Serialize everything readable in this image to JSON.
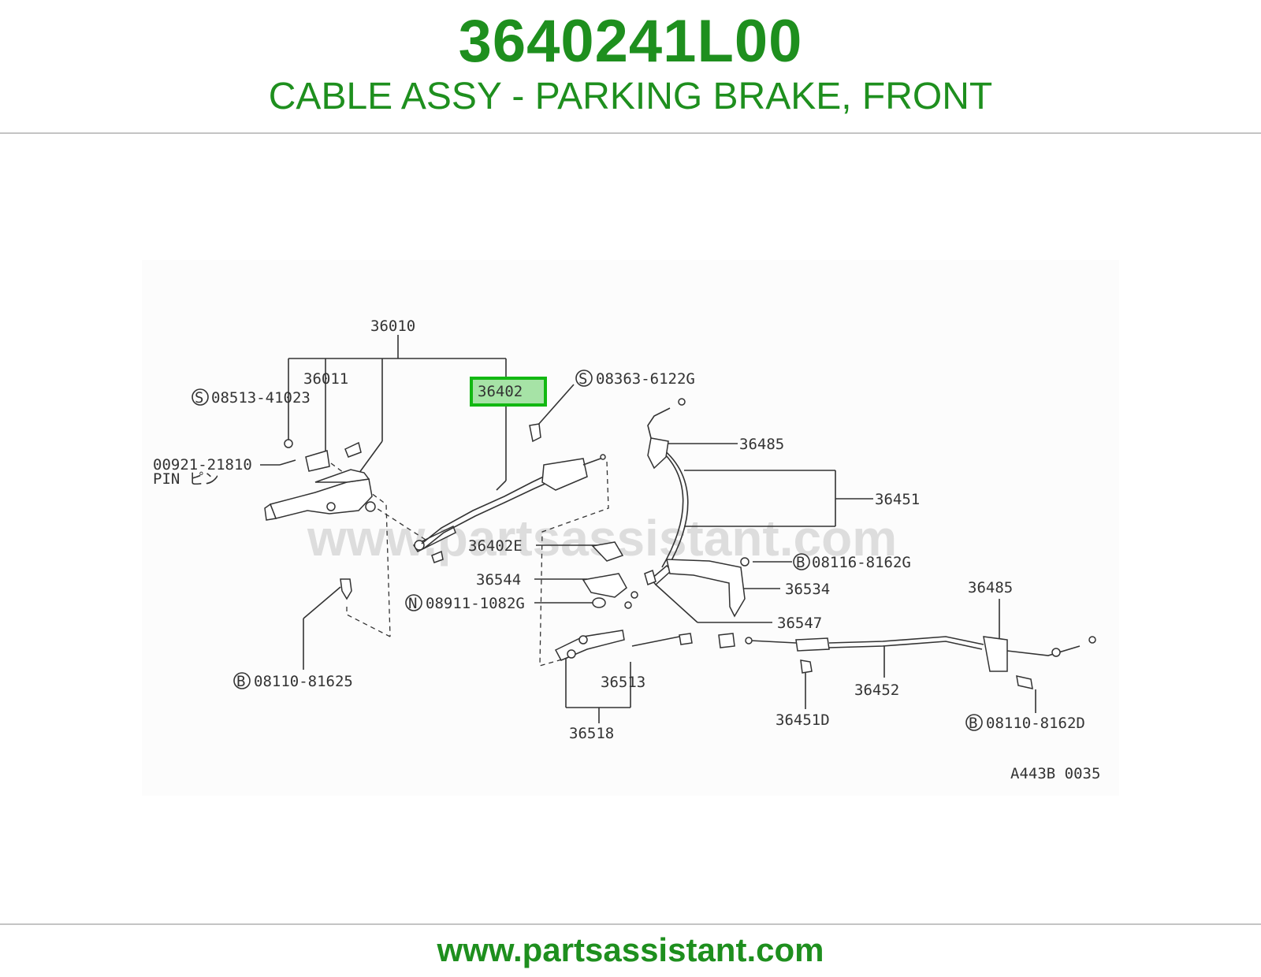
{
  "header": {
    "part_number": "3640241L00",
    "description": "CABLE ASSY - PARKING BRAKE, FRONT"
  },
  "footer": {
    "url": "www.partsassistant.com"
  },
  "diagram": {
    "watermark": "www.partsassistant.com",
    "highlighted_part": "36402",
    "code": "A443B 0035",
    "labels": {
      "l36010": "36010",
      "l36011": "36011",
      "l08513": "08513-41023",
      "l00921": "00921-21810",
      "lpin": "PIN ピン",
      "l36402": "36402",
      "l08363": "08363-6122G",
      "l36485a": "36485",
      "l36451": "36451",
      "l36402e": "36402E",
      "l08116": "08116-8162G",
      "l36544": "36544",
      "l36534": "36534",
      "l08911": "08911-1082G",
      "l36547": "36547",
      "l36485b": "36485",
      "l36513": "36513",
      "l36452": "36452",
      "l08110a": "08110-81625",
      "l36518": "36518",
      "l36451d": "36451D",
      "l08110b": "08110-8162D"
    },
    "prefixes": {
      "s1": "S",
      "s2": "S",
      "b1": "B",
      "b2": "B",
      "b3": "B",
      "n1": "N"
    },
    "colors": {
      "brand_green": "#1e8f1e",
      "highlight_fill": "#a6e3a6",
      "highlight_border": "#12b812"
    }
  }
}
